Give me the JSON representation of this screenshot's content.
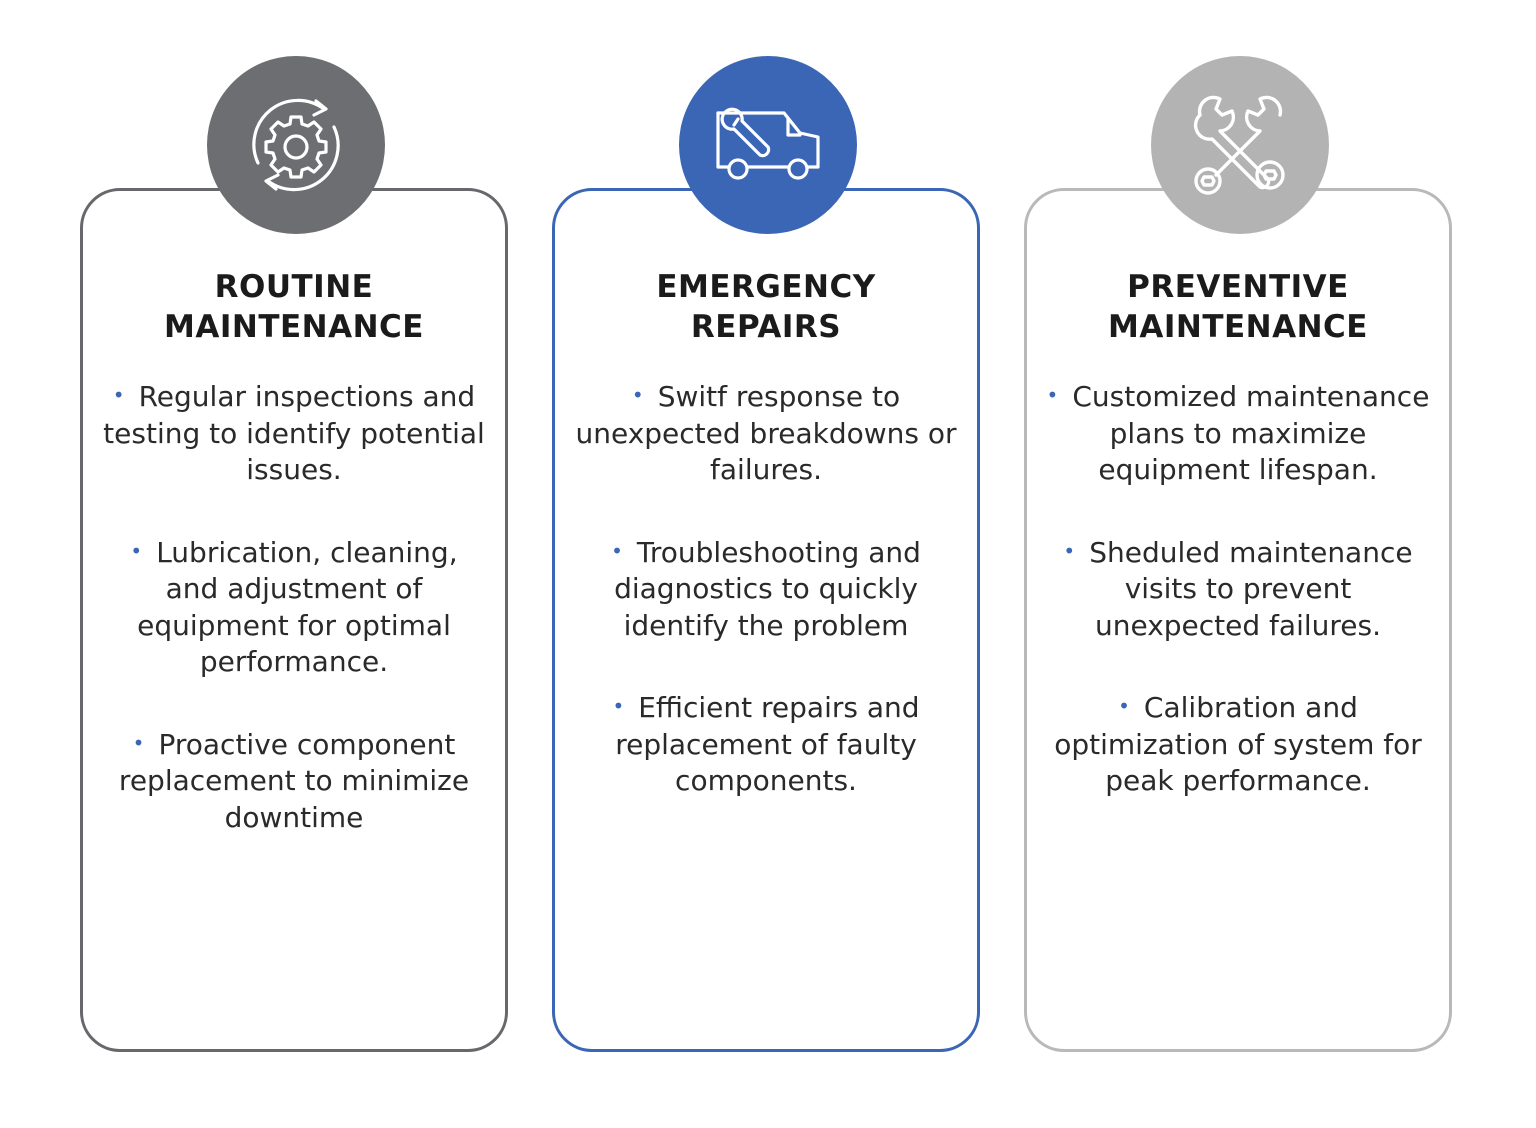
{
  "colors": {
    "routine": "#6d6e71",
    "emergency": "#3a66b5",
    "preventive": "#b3b3b3",
    "bullet": "#3a66b5"
  },
  "cards": [
    {
      "icon": "gear-cycle-icon",
      "title_line1": "ROUTINE",
      "title_line2": "MAINTENANCE",
      "items": [
        "Regular inspections and testing to identify potential issues.",
        "Lubrication, cleaning, and adjustment of equipment for optimal performance.",
        "Proactive component replacement to minimize downtime"
      ]
    },
    {
      "icon": "service-van-icon",
      "title_line1": "EMERGENCY",
      "title_line2": "REPAIRS",
      "items": [
        "Switf response to unexpected breakdowns or failures.",
        "Troubleshooting and diagnostics to quickly identify the problem",
        "Efficient repairs and replacement of faulty components."
      ]
    },
    {
      "icon": "crossed-wrenches-icon",
      "title_line1": "PREVENTIVE",
      "title_line2": "MAINTENANCE",
      "items": [
        "Customized maintenance plans to maximize equipment lifespan.",
        "Sheduled maintenance visits to prevent unexpected failures.",
        "Calibration and optimization of system for peak performance."
      ]
    }
  ]
}
